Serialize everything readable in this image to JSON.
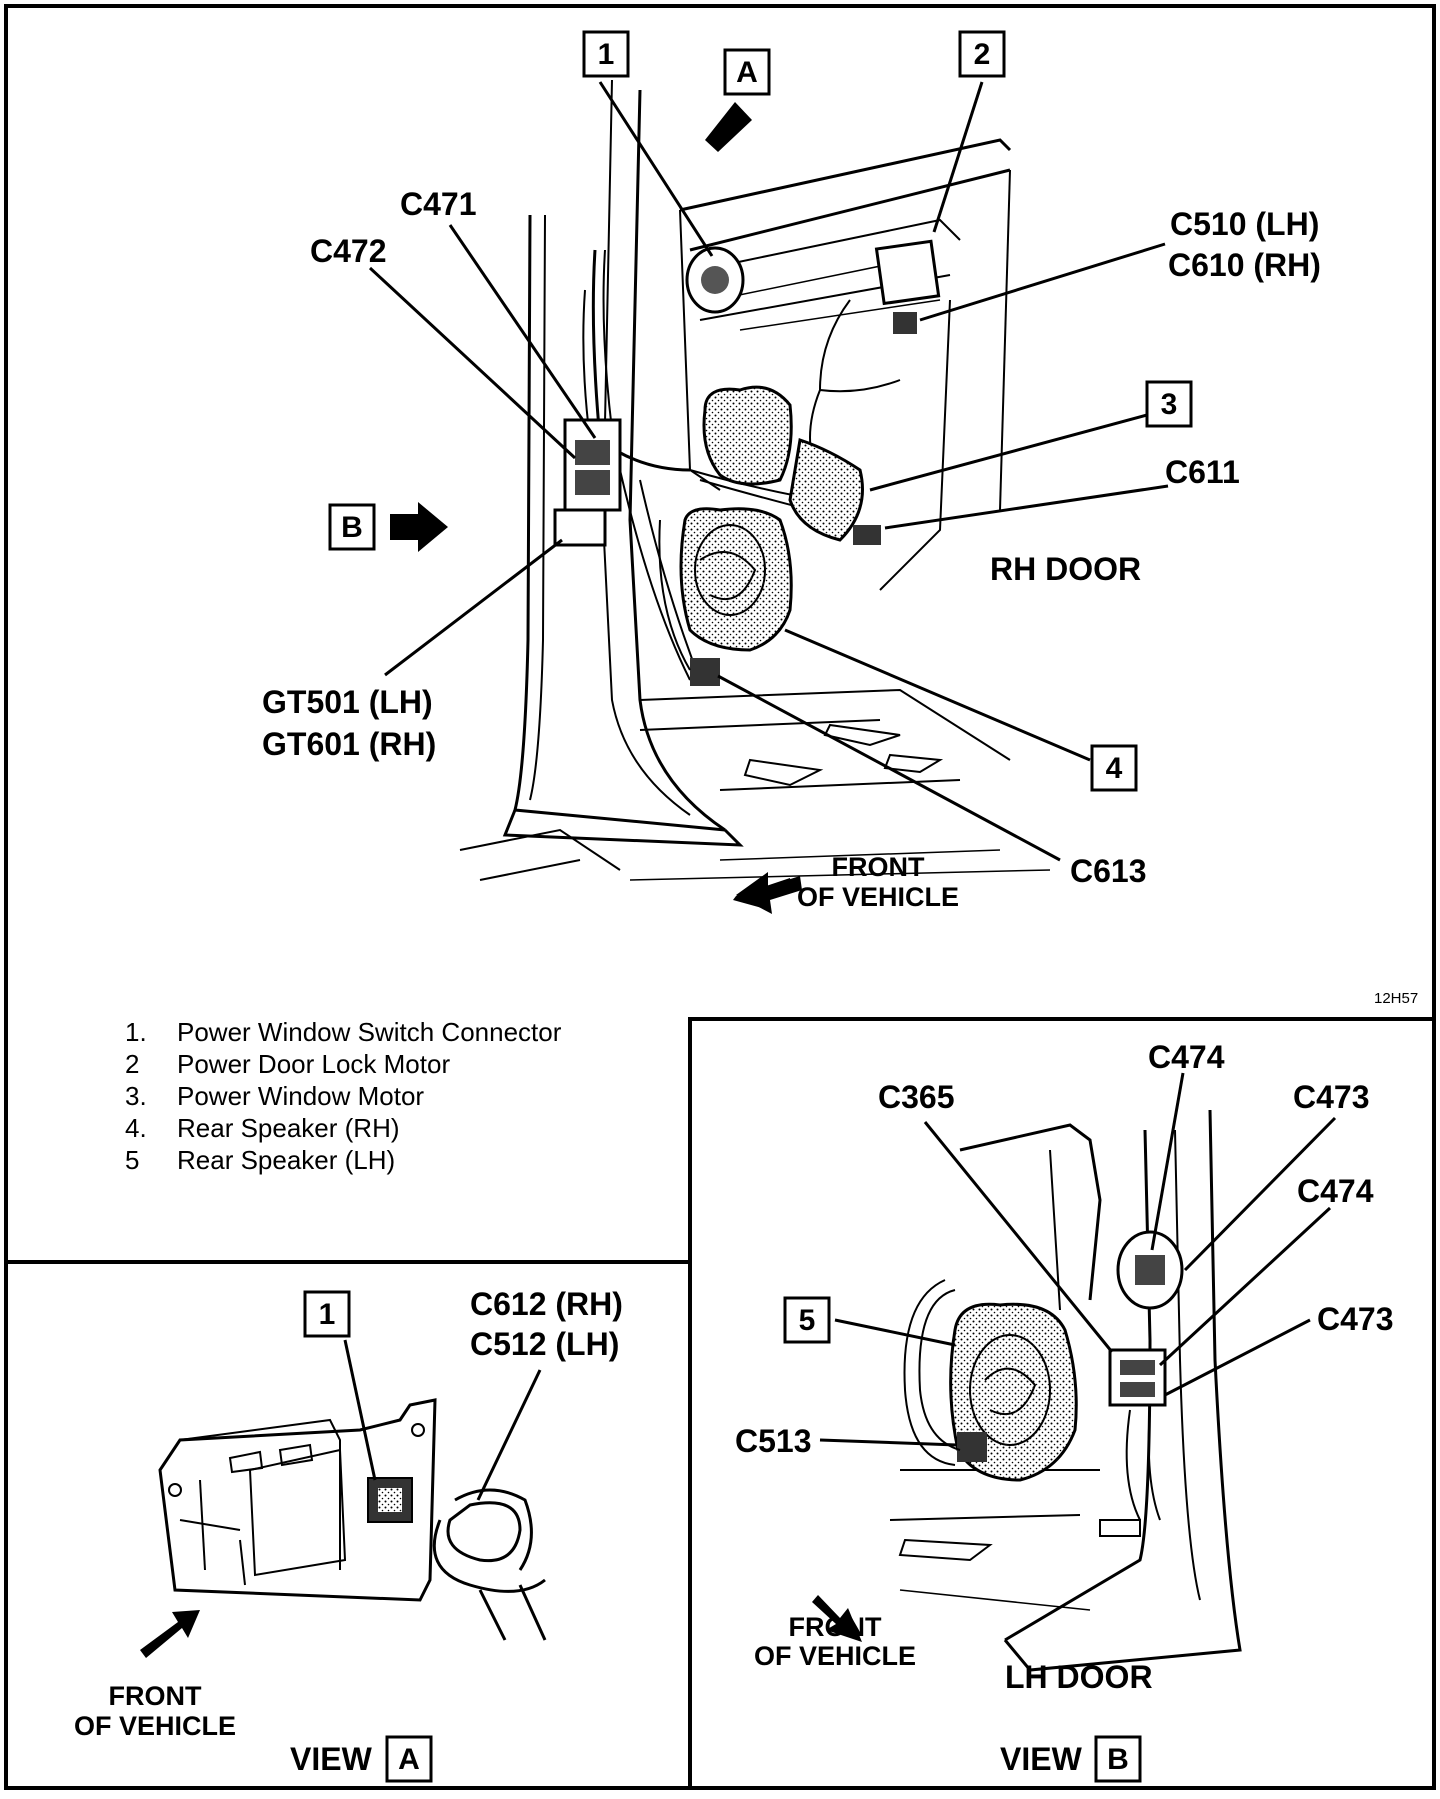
{
  "main_view": {
    "callout_numbers": {
      "n1": "1",
      "n2": "2",
      "n3": "3",
      "n4": "4"
    },
    "view_markers": {
      "a": "A",
      "b": "B"
    },
    "connectors": {
      "c471": "C471",
      "c472": "C472",
      "c510_line1": "C510 (LH)",
      "c510_line2": "C610 (RH)",
      "c611": "C611",
      "gt_line1": "GT501 (LH)",
      "gt_line2": "GT601 (RH)",
      "c613": "C613"
    },
    "door_label": "RH DOOR",
    "front_line1": "FRONT",
    "front_line2": "OF VEHICLE",
    "figure_code": "12H57"
  },
  "legend": [
    {
      "num": "1.",
      "text": "Power Window Switch Connector"
    },
    {
      "num": "2",
      "text": "Power Door Lock Motor"
    },
    {
      "num": "3.",
      "text": "Power Window Motor"
    },
    {
      "num": "4.",
      "text": "Rear Speaker (RH)"
    },
    {
      "num": "5",
      "text": "Rear Speaker (LH)"
    }
  ],
  "view_a": {
    "callout": "1",
    "connector_line1": "C612 (RH)",
    "connector_line2": "C512 (LH)",
    "front_line1": "FRONT",
    "front_line2": "OF VEHICLE",
    "view_word": "VIEW",
    "view_letter": "A"
  },
  "view_b": {
    "callout": "5",
    "c474_top": "C474",
    "c365": "C365",
    "c473_top": "C473",
    "c474_mid": "C474",
    "c473_bottom": "C473",
    "c513": "C513",
    "door_label": "LH DOOR",
    "front_line1": "FRONT",
    "front_line2": "OF VEHICLE",
    "view_word": "VIEW",
    "view_letter": "B"
  }
}
